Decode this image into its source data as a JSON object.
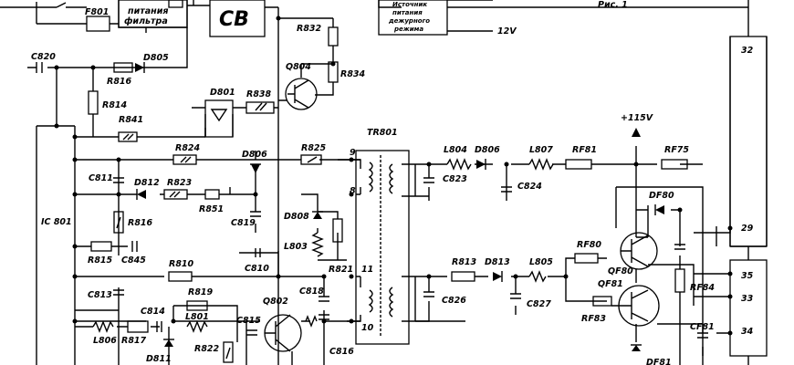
{
  "figure": {
    "caption": "Рис. 1",
    "blocks": {
      "filter": [
        "питания",
        "фильтра"
      ],
      "cv": "CB",
      "standby": [
        "Источник",
        "питания",
        "дежурного",
        "режима"
      ]
    },
    "voltages": [
      "12V",
      "+115V"
    ],
    "connector_pins": [
      "32",
      "29",
      "35",
      "33",
      "34"
    ],
    "transformer_pins": [
      "9",
      "8",
      "11",
      "10"
    ]
  },
  "labels": {
    "F801": "F801",
    "C820": "C820",
    "R816a": "R816",
    "D805": "D805",
    "R814": "R814",
    "R832": "R832",
    "Q804": "Q804",
    "R834": "R834",
    "D801": "D801",
    "R838": "R838",
    "R841": "R841",
    "IC801": "IC 801",
    "TR801": "TR801",
    "R824": "R824",
    "D806a": "D806",
    "R825": "R825",
    "C811": "C811",
    "D812": "D812",
    "R823": "R823",
    "R851": "R851",
    "C819": "C819",
    "R816b": "R816",
    "D808": "D808",
    "L803": "L803",
    "R815": "R815",
    "C845": "C845",
    "C810": "C810",
    "R810": "R810",
    "R821": "R821",
    "C818": "C818",
    "C813": "C813",
    "C814": "C814",
    "R819": "R819",
    "Q802": "Q802",
    "L801": "L801",
    "C815": "C815",
    "L806": "L806",
    "R817": "R817",
    "D811": "D811",
    "R822": "R822",
    "C816": "C816",
    "L804": "L804",
    "D806b": "D806",
    "L807": "L807",
    "RF81": "RF81",
    "RF75": "RF75",
    "C823": "C823",
    "C824": "C824",
    "DF80": "DF80",
    "R813": "R813",
    "D813": "D813",
    "L805": "L805",
    "RF80": "RF80",
    "QF80": "QF80",
    "C826": "C826",
    "C827": "C827",
    "QF81": "QF81",
    "RF84": "RF84",
    "RF83": "RF83",
    "CF81": "CF81",
    "DF81": "DF81"
  }
}
